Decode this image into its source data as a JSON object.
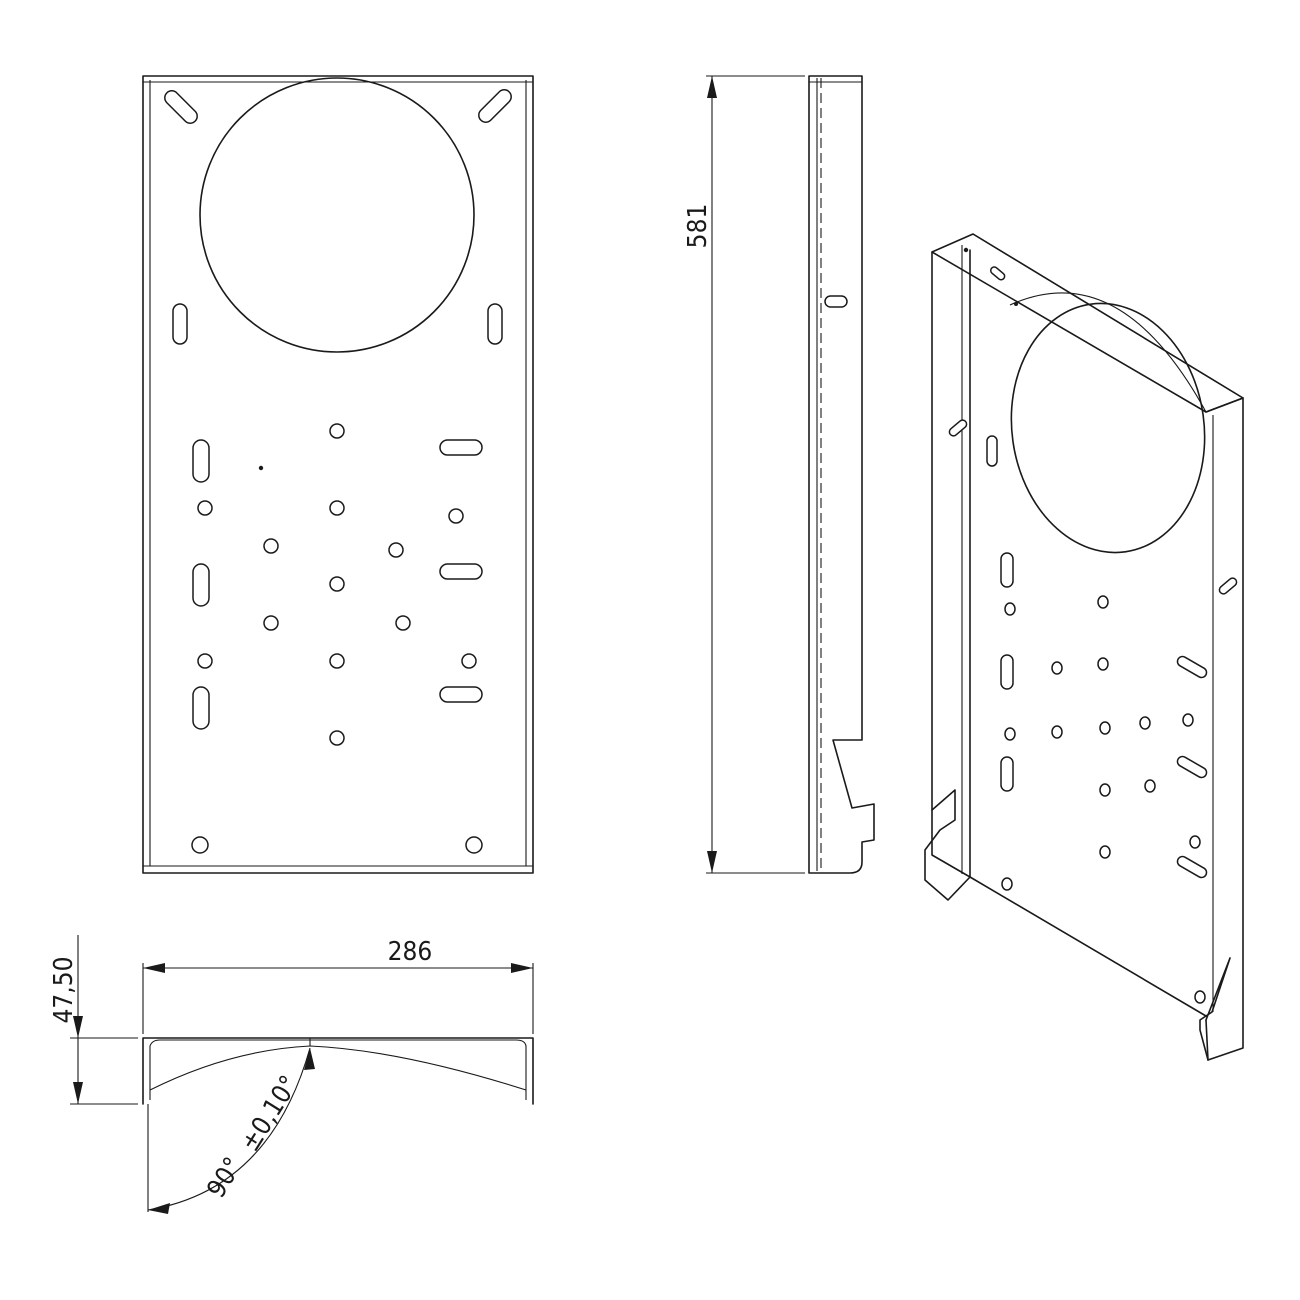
{
  "dimensions": {
    "height": "581",
    "width": "286",
    "depth": "47,50",
    "angle": "90°",
    "tolerance": "±0,10°"
  }
}
